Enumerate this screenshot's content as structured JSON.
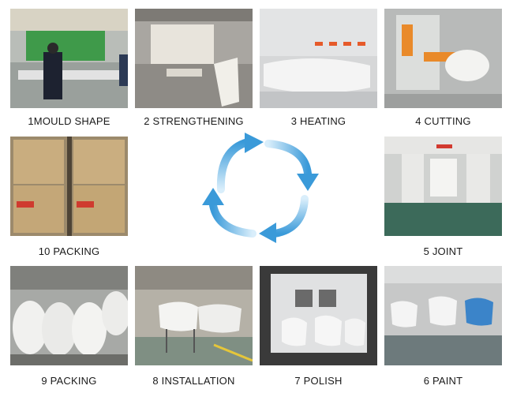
{
  "steps": {
    "s1": "1MOULD SHAPE",
    "s2": "2 STRENGTHENING",
    "s3": "3 HEATING",
    "s4": "4 CUTTING",
    "s5": "5 JOINT",
    "s6": "6 PAINT",
    "s7": "7 POLISH",
    "s8": "8 INSTALLATION",
    "s9": "9 PACKING",
    "s10": "10 PACKING"
  },
  "colors": {
    "arrow": "#3a9ad9",
    "arrow_light": "#d9eefb",
    "caption": "#1a1a1a"
  }
}
